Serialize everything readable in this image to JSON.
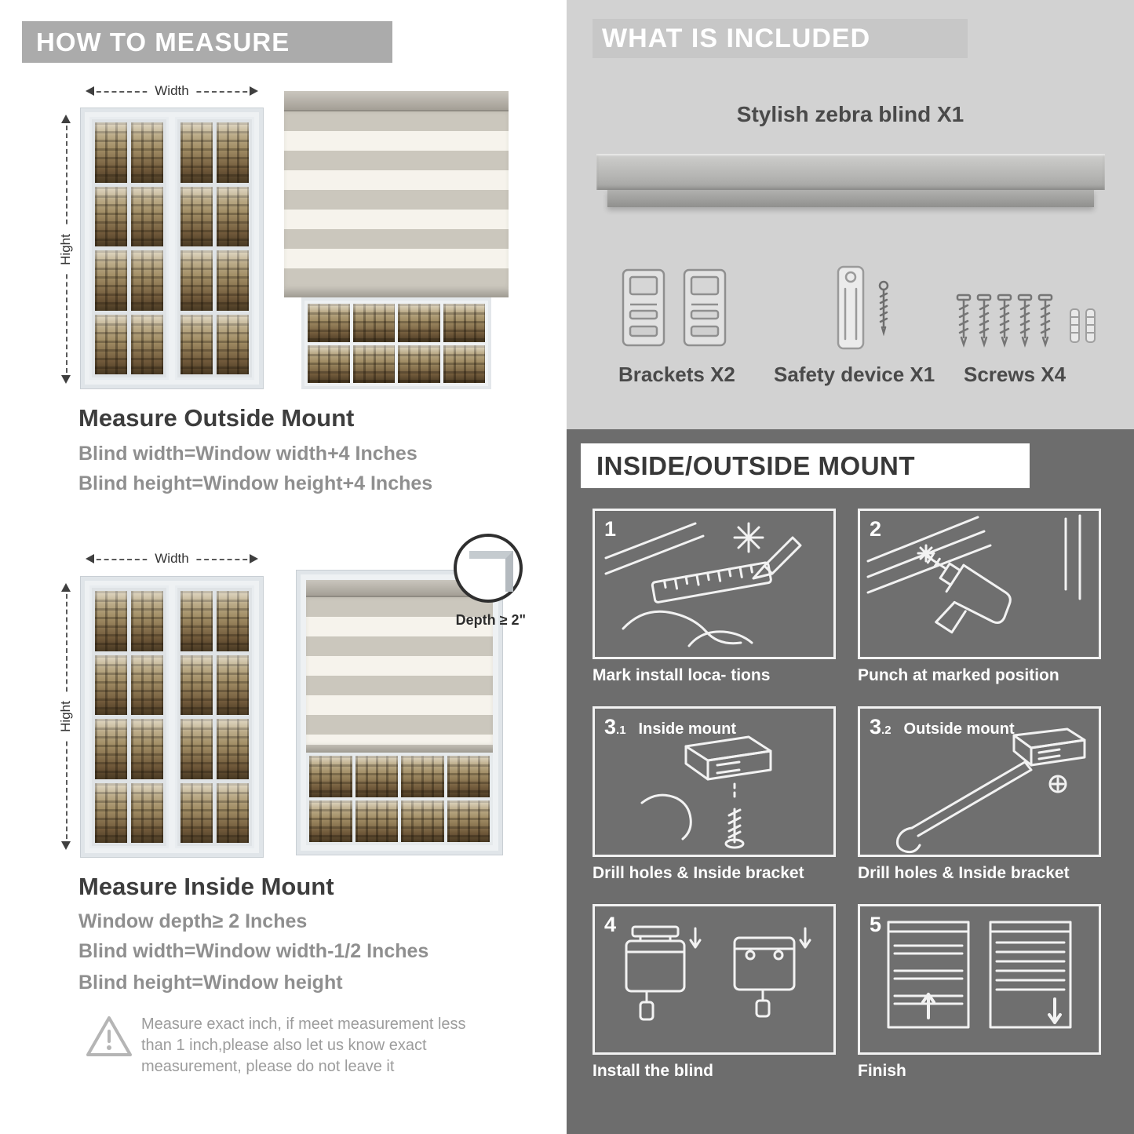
{
  "colors": {
    "left_header_bg": "#ababab",
    "right_light_bg": "#d2d2d2",
    "right_dark_bg": "#6d6d6d",
    "heading_text": "#3d3d3d",
    "formula_text": "#8f8f8f"
  },
  "left": {
    "header": "HOW TO MEASURE",
    "outside": {
      "width_label": "Width",
      "height_label": "Hight",
      "title": "Measure Outside Mount",
      "line1": "Blind width=Window width+4 Inches",
      "line2": "Blind height=Window height+4 Inches"
    },
    "inside": {
      "width_label": "Width",
      "height_label": "Hight",
      "depth_label": "Depth ≥ 2\"",
      "title": "Measure Inside Mount",
      "line1": "Window depth≥ 2 Inches",
      "line2": "Blind width=Window width-1/2 Inches",
      "line3": "Blind height=Window height"
    },
    "note": "Measure exact inch, if meet measurement less than 1 inch,please also let us know exact measurement, please do not leave it"
  },
  "right": {
    "included": {
      "header": "WHAT IS INCLUDED",
      "product": "Stylish zebra blind X1",
      "items": [
        {
          "label": "Brackets X2"
        },
        {
          "label": "Safety device X1"
        },
        {
          "label": "Screws X4"
        }
      ]
    },
    "mount": {
      "header": "INSIDE/OUTSIDE MOUNT",
      "steps": [
        {
          "num": "1",
          "sub": "",
          "title": "",
          "caption": "Mark install loca- tions"
        },
        {
          "num": "2",
          "sub": "",
          "title": "",
          "caption": "Punch at  marked position"
        },
        {
          "num": "3",
          "sub": ".1",
          "title": "Inside mount",
          "caption": "Drill holes &  Inside bracket"
        },
        {
          "num": "3",
          "sub": ".2",
          "title": "Outside mount",
          "caption": "Drill holes &  Inside bracket"
        },
        {
          "num": "4",
          "sub": "",
          "title": "",
          "caption": "Install the blind"
        },
        {
          "num": "5",
          "sub": "",
          "title": "",
          "caption": "Finish"
        }
      ]
    }
  }
}
